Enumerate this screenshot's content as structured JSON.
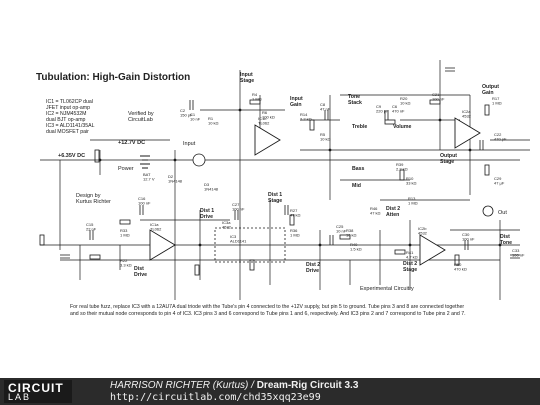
{
  "schematic": {
    "title": "Tubulation: High-Gain Distortion",
    "notes": [
      "IC1 = TL062CP dual",
      "JFET input op-amp",
      "IC2 = NJM4532M",
      "dual BJT op-amp",
      "IC3 = ALD1141/35AL",
      "dual MOSFET pair"
    ],
    "verified": [
      "Verified by",
      "CircuitLab"
    ],
    "designer": [
      "Design by",
      "Kurtus Richter"
    ],
    "section_labels": {
      "input_stage": [
        "Input",
        "Stage"
      ],
      "input_gain": [
        "Input",
        "Gain"
      ],
      "tone_stack": [
        "Tone",
        "Stack"
      ],
      "treble": "Treble",
      "volume": "Volume",
      "output_gain": [
        "Output",
        "Gain"
      ],
      "output_stage": [
        "Output",
        "Stage"
      ],
      "bass": "Bass",
      "mid": "Mid",
      "dist1_drive": [
        "Dist 1",
        "Drive"
      ],
      "dist1_stage": [
        "Dist 1",
        "Stage"
      ],
      "dist2_atten": [
        "Dist 2",
        "Atten"
      ],
      "dist2_stage": [
        "Dist 2",
        "Stage"
      ],
      "dist2_drive": [
        "Dist 2",
        "Drive"
      ],
      "dist_drive": [
        "Dist",
        "Drive"
      ],
      "dist_tone": [
        "Dist",
        "Tone"
      ],
      "experimental": "Experimental Circuitry",
      "input": "Input",
      "out": "Out",
      "power": "Power",
      "supply": "+12.7V DC",
      "rail": "+6.35V DC"
    },
    "components": [
      {
        "ref": "IC1b",
        "val": "TL062"
      },
      {
        "ref": "IC2b",
        "val": "4532"
      },
      {
        "ref": "IC2a",
        "val": "4532"
      },
      {
        "ref": "IC1a",
        "val": "TL062"
      },
      {
        "ref": "IC3a",
        "val": "4532"
      },
      {
        "ref": "IC3",
        "val": "ALD1141"
      },
      {
        "ref": "BAT",
        "val": "12.7 V"
      },
      {
        "ref": "R1",
        "val": "10 kΩ"
      },
      {
        "ref": "C1",
        "val": "10 nF"
      },
      {
        "ref": "R4",
        "val": "1 MΩ"
      },
      {
        "ref": "C2",
        "val": "150 pF"
      },
      {
        "ref": "R14",
        "val": "2.2 kΩ"
      },
      {
        "ref": "C8",
        "val": "47 nF"
      },
      {
        "ref": "C9",
        "val": "220 pF"
      },
      {
        "ref": "R20",
        "val": "10 kΩ"
      },
      {
        "ref": "C21",
        "val": "100 nF"
      },
      {
        "ref": "R17",
        "val": "1 MΩ"
      },
      {
        "ref": "C22",
        "val": "470 pF"
      },
      {
        "ref": "C29",
        "val": "47 µF"
      },
      {
        "ref": "R6",
        "val": "100 kΩ"
      },
      {
        "ref": "R5",
        "val": "10 kΩ"
      },
      {
        "ref": "D2",
        "val": "1N4148"
      },
      {
        "ref": "D3",
        "val": "1N4148"
      },
      {
        "ref": "C15",
        "val": "22 nF"
      },
      {
        "ref": "R33",
        "val": "1 MΩ"
      },
      {
        "ref": "R22",
        "val": "3.3 kΩ"
      },
      {
        "ref": "C27",
        "val": "100 nF"
      },
      {
        "ref": "C16",
        "val": "100 nF"
      },
      {
        "ref": "R41",
        "val": "4.7 kΩ"
      },
      {
        "ref": "R46",
        "val": "47 kΩ"
      },
      {
        "ref": "C30",
        "val": "100 nF"
      },
      {
        "ref": "R27",
        "val": "47 kΩ"
      },
      {
        "ref": "R36",
        "val": "1 MΩ"
      },
      {
        "ref": "R39",
        "val": "2.2 kΩ"
      },
      {
        "ref": "R10",
        "val": "33 kΩ"
      },
      {
        "ref": "R13",
        "val": "1 MΩ"
      },
      {
        "ref": "C6",
        "val": "470 nF"
      },
      {
        "ref": "R50",
        "val": "470 kΩ"
      },
      {
        "ref": "C33",
        "val": "100 nF"
      },
      {
        "ref": "R38",
        "val": "10 kΩ"
      },
      {
        "ref": "R40",
        "val": "1.5 kΩ"
      },
      {
        "ref": "C25",
        "val": "10 nF"
      }
    ],
    "footnote": [
      "For real tube fuzz, replace IC3 with a 12AU7A dual triode with the Tube's pin 4 connected to the +12V supply, but pin 5 to ground. Tube pins 3 and 8 are connected together",
      "and so their mutual node corresponds to pin 4 of IC3. IC3 pins 3 and 6 correspond to Tube pins 1 and 6, respectively. And IC3 pins 2 and 7 correspond to Tube pins 2 and 7."
    ]
  },
  "footer": {
    "logo_top": "CIRCUIT",
    "logo_bottom": "LAB",
    "author": "HARRISON RICHTER (Kurtus)",
    "separator": " / ",
    "circuit_name": "Dream-Rig Circuit 3.3",
    "url": "http://circuitlab.com/chd35xqq23e99"
  },
  "colors": {
    "wire": "#1a1a1a",
    "text": "#222222",
    "footer_bg": "#2b2b2b",
    "accent": "#ffffff"
  }
}
